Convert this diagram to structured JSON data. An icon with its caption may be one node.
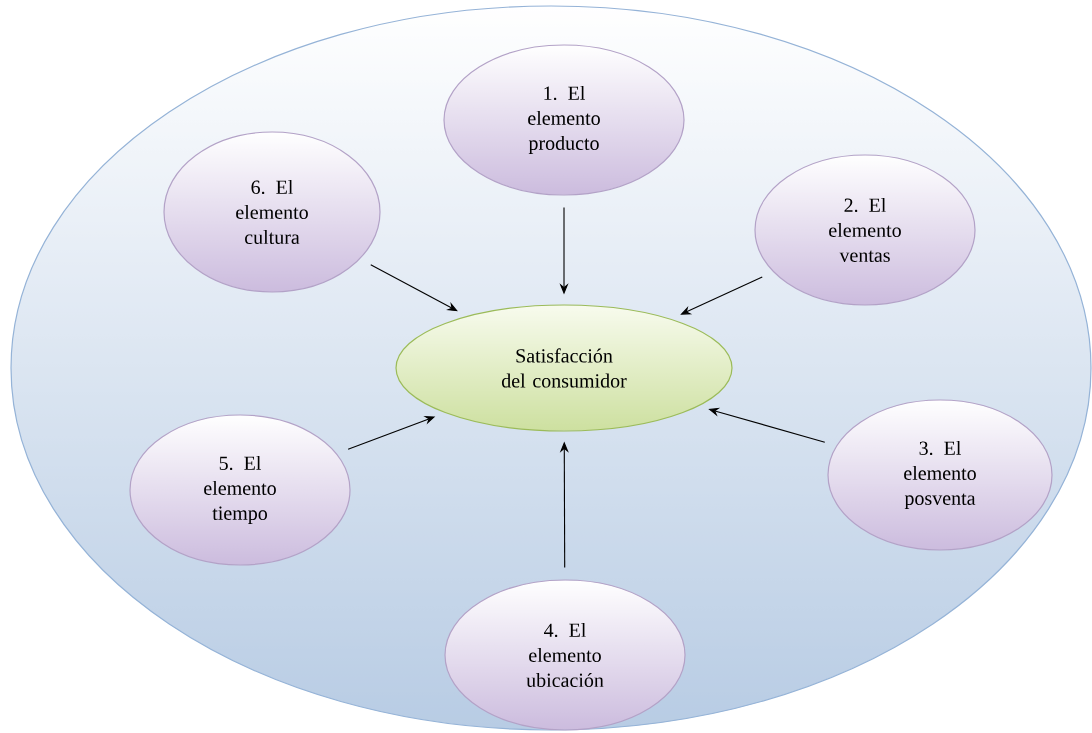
{
  "diagram": {
    "nodes": [
      {
        "text": [],
        "shape": "ellipse"
      },
      {
        "text": [
          "1. El elemento producto"
        ],
        "in": 0
      },
      {
        "text": [
          "2. El elemento ventas"
        ],
        "in": 0
      },
      {
        "text": [
          "3. El elemento posventa"
        ],
        "in": 0
      },
      {
        "text": [
          "4. El elemento ubicación"
        ],
        "in": 0
      },
      {
        "text": [
          "5. El elemento tiempo"
        ],
        "in": 0
      },
      {
        "text": [
          "6. El elemento cultura"
        ],
        "in": 0
      },
      {
        "text": [
          "Satisfacción del consumidor"
        ],
        "in": 0
      }
    ],
    "edges": [
      {
        "from": 1,
        "to": 7,
        "arrow": "to"
      },
      {
        "from": 2,
        "to": 7,
        "arrow": "to"
      },
      {
        "from": 3,
        "to": 7,
        "arrow": "to"
      },
      {
        "from": 4,
        "to": 7,
        "arrow": "to"
      },
      {
        "from": 5,
        "to": 7,
        "arrow": "to"
      },
      {
        "from": 6,
        "to": 7,
        "arrow": "to"
      }
    ]
  }
}
